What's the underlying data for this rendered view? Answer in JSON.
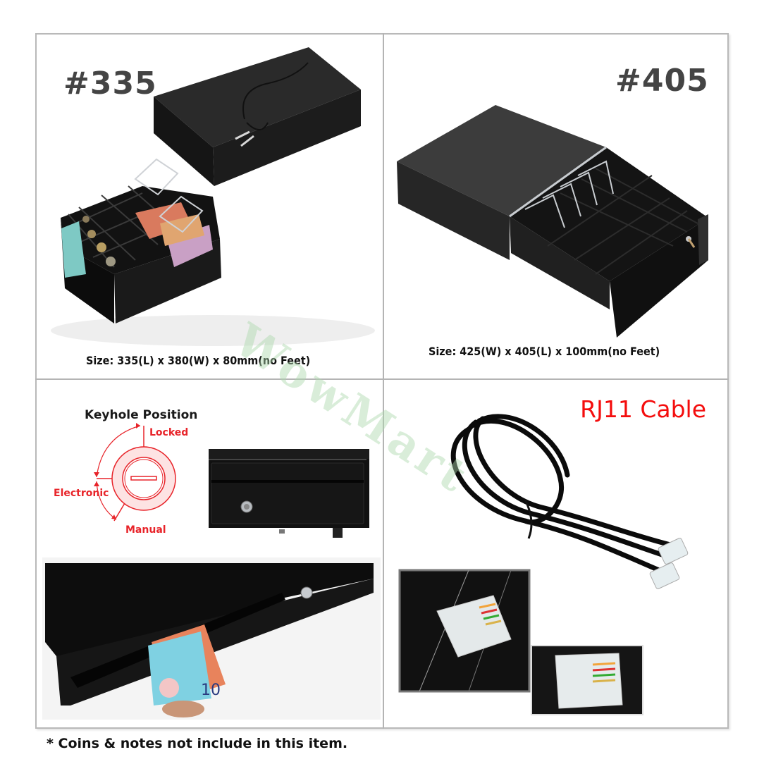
{
  "panels": {
    "top_left": {
      "model": "#335",
      "size": "Size: 335(L) x 380(W) x 80mm(no Feet)",
      "image": "cash-drawer-335-open-with-keys"
    },
    "top_right": {
      "model": "#405",
      "size": "Size: 425(W) x 405(L) x 100mm(no Feet)",
      "image": "cash-drawer-405-open"
    },
    "bottom_left": {
      "title": "Keyhole Position",
      "positions": {
        "locked": "Locked",
        "electronic": "Electronic",
        "manual": "Manual"
      },
      "images": [
        "drawer-front-keyhole",
        "drawer-front-with-banknote"
      ]
    },
    "bottom_right": {
      "title": "RJ11 Cable",
      "images": [
        "coiled-rj11-cable",
        "rj11-connector-closeup",
        "rj11-connector-closeup-2"
      ]
    }
  },
  "watermark": "WowMart",
  "footnote": "* Coins & notes not include in this item.",
  "colors": {
    "label_gray": "#444444",
    "accent_red": "#f40d0d",
    "keyhole_red": "#e8242a",
    "frame_border": "#b9b9b9",
    "watermark_green": "#aad7aa"
  }
}
